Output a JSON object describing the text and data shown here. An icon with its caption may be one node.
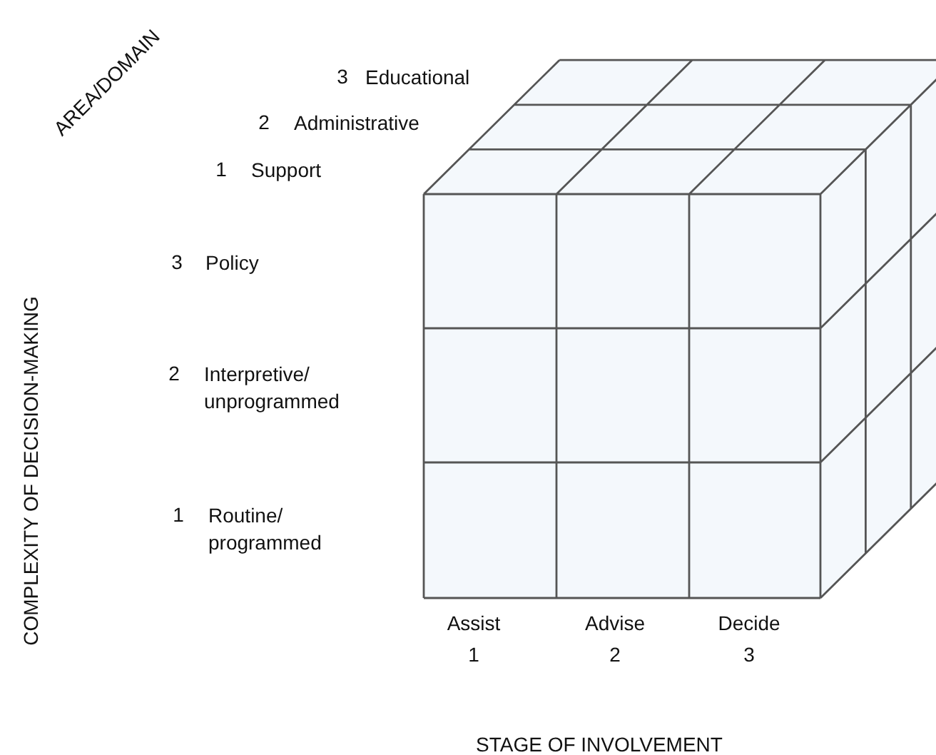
{
  "diagram": {
    "labels": [
      "AREA/DOMAIN",
      "3",
      "Educational",
      "2",
      "Administrative",
      "1",
      "Support",
      "COMPLEXITY OF DECISION-MAKING",
      "3",
      "Policy",
      "2",
      "Interpretive/ unprogrammed",
      "1",
      "Routine/ programmed",
      "Assist",
      "Advise",
      "Decide",
      "1",
      "2",
      "3",
      "STAGE OF INVOLVEMENT"
    ]
  }
}
